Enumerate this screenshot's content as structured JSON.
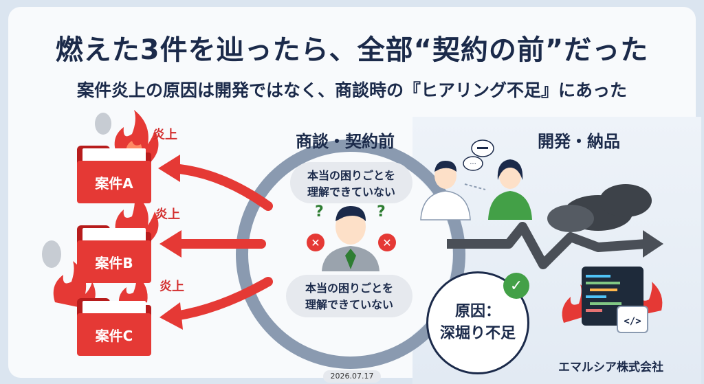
{
  "title": "燃えた3件を辿ったら、全部“契約の前”だった",
  "subtitle": "案件炎上の原因は開発ではなく、商談時の『ヒアリング不足』にあった",
  "sections": {
    "left": "商談・契約前",
    "right": "開発・納品"
  },
  "cases": [
    {
      "label": "案件A",
      "status": "炎上"
    },
    {
      "label": "案件B",
      "status": "炎上"
    },
    {
      "label": "案件C",
      "status": "炎上"
    }
  ],
  "thoughts": {
    "top": "本当の困りごとを\n理解できていない",
    "bottom": "本当の困りごとを\n理解できていない"
  },
  "cause": {
    "line1": "原因：",
    "line2": "深堀り不足"
  },
  "footer": {
    "company": "エマルシア株式会社",
    "date": "2026.07.17"
  },
  "icons": [
    "fire-icon",
    "smoke-icon",
    "folder-icon",
    "person-icon",
    "question-icon",
    "x-icon",
    "check-icon",
    "code-window-icon",
    "speech-bubble-icon"
  ],
  "colors": {
    "danger": "#e53935",
    "navy": "#1b2a4a",
    "success": "#43a047"
  }
}
